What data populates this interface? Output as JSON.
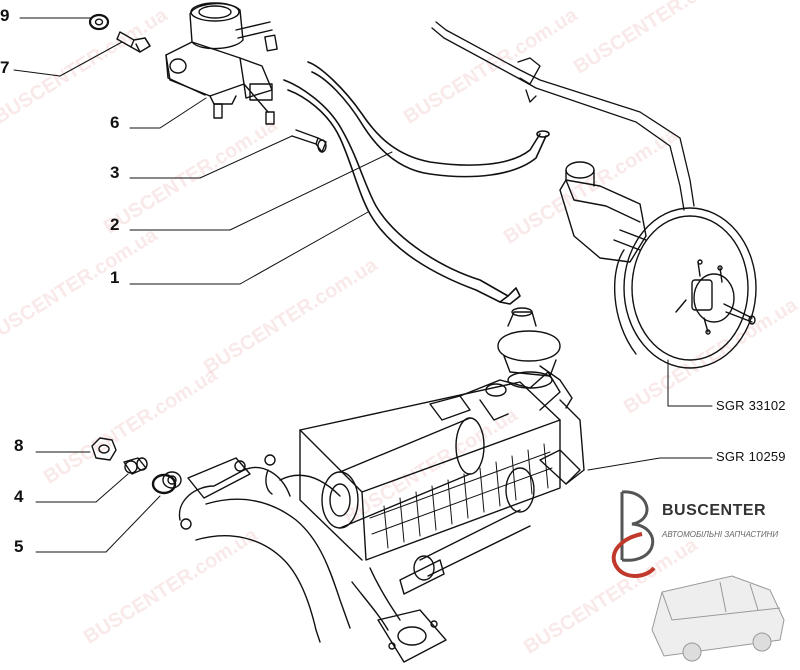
{
  "callouts": [
    {
      "id": "9",
      "label": "9"
    },
    {
      "id": "7",
      "label": "7"
    },
    {
      "id": "6",
      "label": "6"
    },
    {
      "id": "3",
      "label": "3"
    },
    {
      "id": "2",
      "label": "2"
    },
    {
      "id": "1",
      "label": "1"
    },
    {
      "id": "8",
      "label": "8"
    },
    {
      "id": "4",
      "label": "4"
    },
    {
      "id": "5",
      "label": "5"
    }
  ],
  "references": {
    "brake_booster": "SGR 33102",
    "intake_manifold": "SGR 10259"
  },
  "watermark": {
    "text": "BUSCENTER.com.ua",
    "color": "#d77878"
  },
  "logo": {
    "title": "BUSCENTER",
    "subtitle": "АВТОМОБІЛЬНІ ЗАПЧАСТИНИ",
    "accent_color": "#c0392b"
  },
  "icons": {
    "logo_mark": "letter-b-mark-icon",
    "van": "van-icon"
  }
}
